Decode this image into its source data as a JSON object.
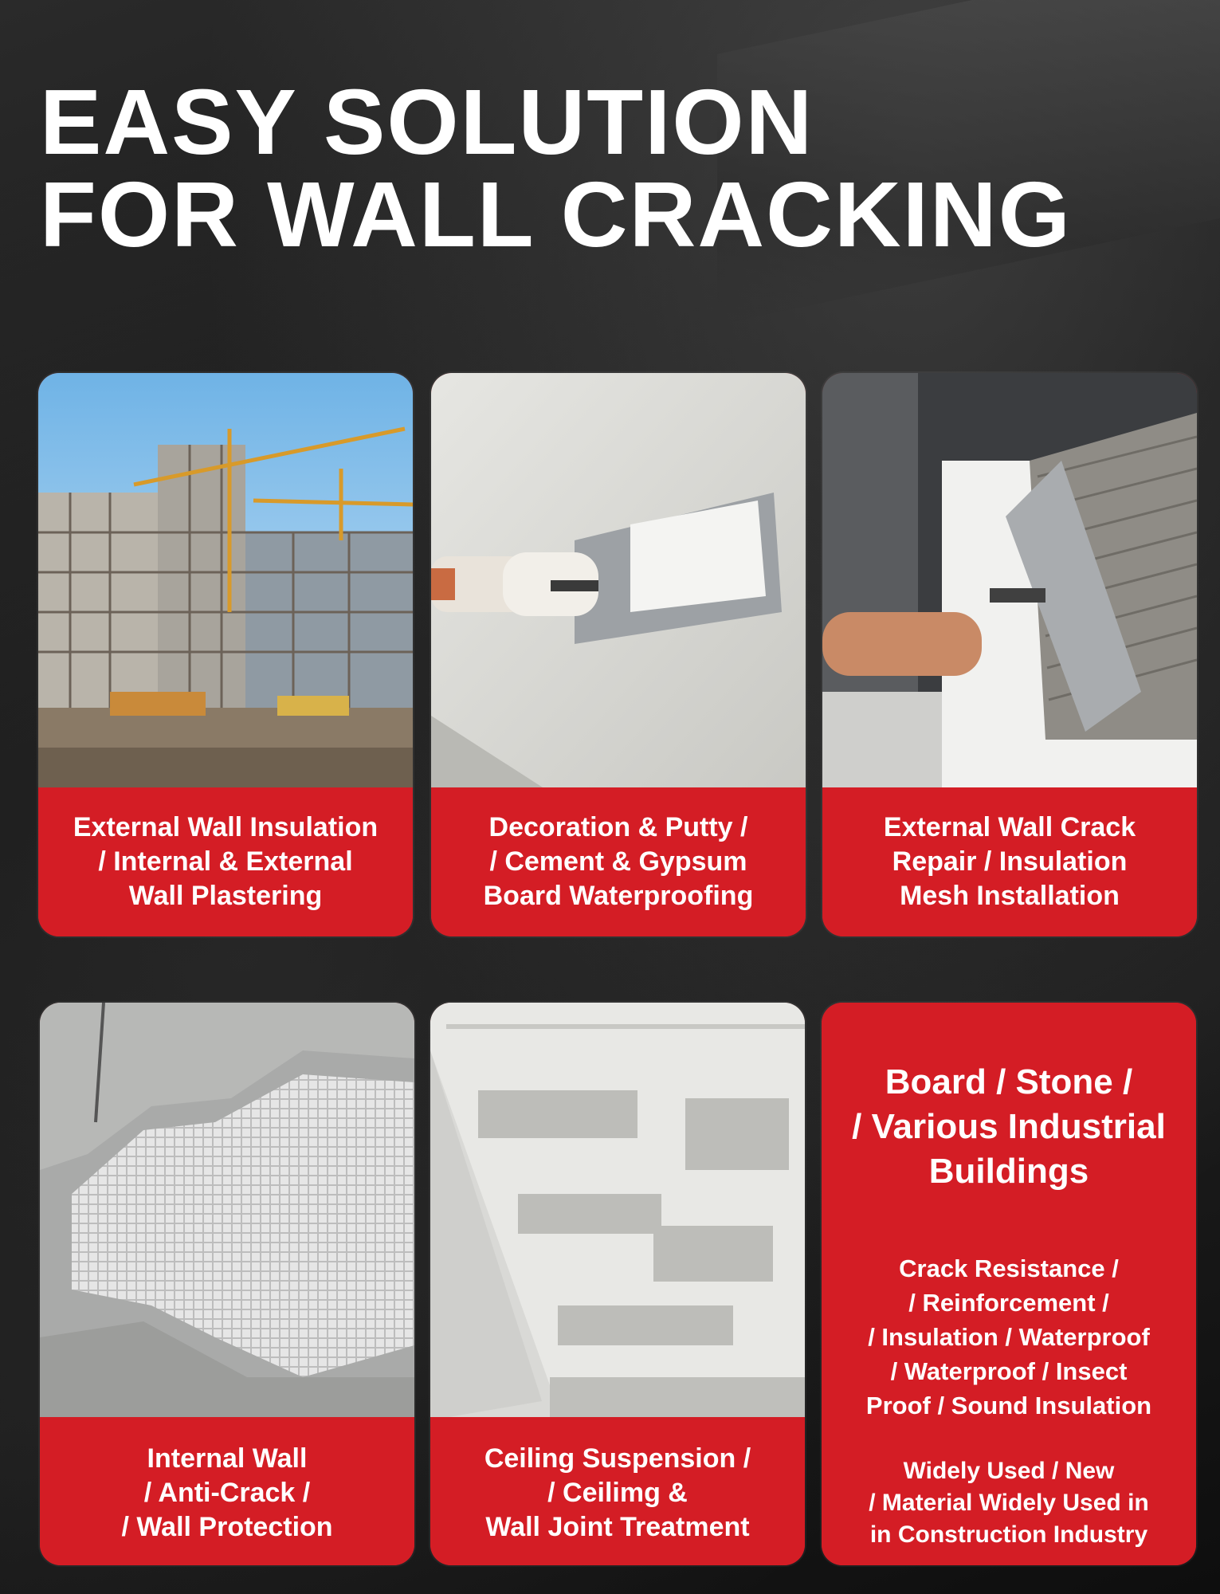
{
  "header": {
    "title_line1": "EASY SOLUTION",
    "title_line2": "FOR WALL CRACKING"
  },
  "cards": [
    {
      "photo": "construction-site-photo",
      "lines": [
        "External Wall Insulation",
        "/ Internal & External",
        "Wall Plastering"
      ]
    },
    {
      "photo": "putty-trowel-photo",
      "lines": [
        "Decoration & Putty /",
        "/ Cement & Gypsum",
        "Board Waterproofing"
      ]
    },
    {
      "photo": "notched-trowel-photo",
      "lines": [
        "External Wall Crack",
        "Repair / Insulation",
        "Mesh Installation"
      ]
    },
    {
      "photo": "wall-mesh-photo",
      "lines": [
        "Internal Wall",
        "/ Anti-Crack /",
        "/ Wall Protection"
      ]
    },
    {
      "photo": "ceiling-joint-photo",
      "lines": [
        "Ceiling Suspension /",
        "/ Ceilimg &",
        "Wall Joint Treatment"
      ]
    }
  ],
  "info_card": {
    "heading": [
      "Board / Stone /",
      "/ Various Industrial",
      "Buildings"
    ],
    "features": [
      "Crack Resistance /",
      "/ Reinforcement /",
      "/ Insulation / Waterproof",
      "/ Waterproof / Insect",
      "Proof / Sound Insulation"
    ],
    "usage": [
      "Widely Used / New",
      "/ Material Widely Used in",
      "in Construction Industry"
    ]
  },
  "colors": {
    "accent_red": "#d41d25",
    "background": "#141414",
    "text": "#ffffff"
  }
}
